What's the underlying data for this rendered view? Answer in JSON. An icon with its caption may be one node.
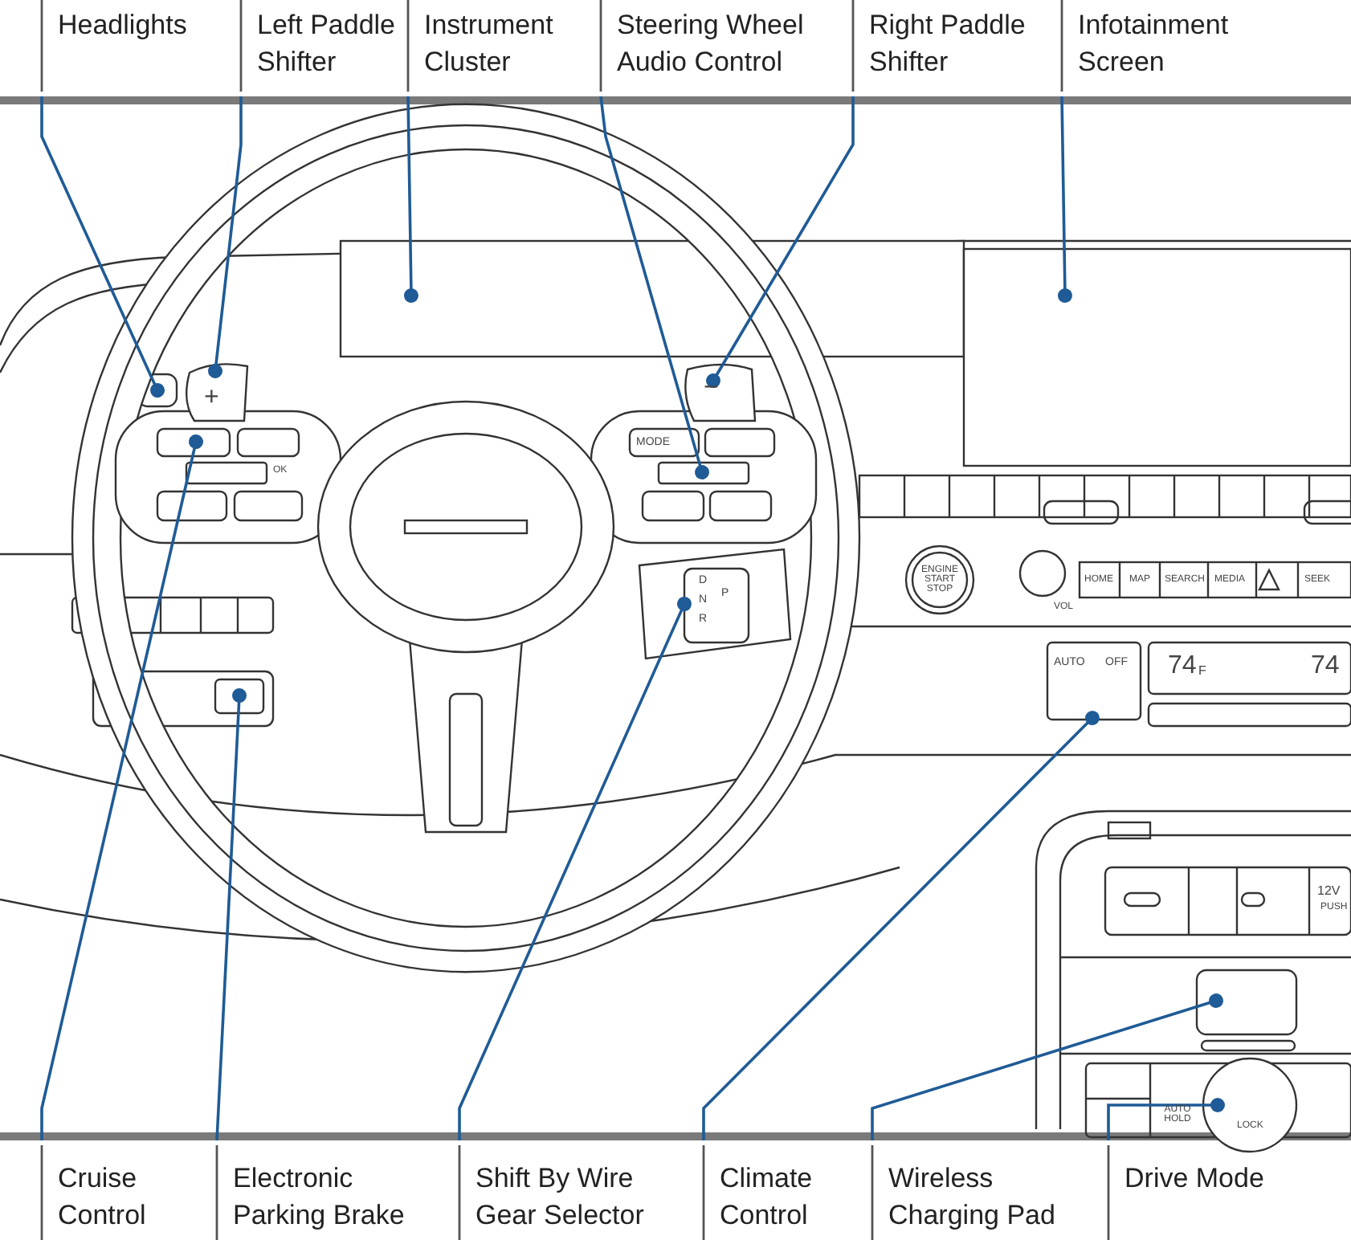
{
  "diagram": {
    "nodes": [
      {
        "text": [
          "Headlights"
        ]
      },
      {
        "text": [
          "Left Paddle Shifter"
        ]
      },
      {
        "text": [
          "Instrument Cluster"
        ]
      },
      {
        "text": [
          "Steering Wheel Audio Control"
        ]
      },
      {
        "text": [
          "Right Paddle Shifter"
        ]
      },
      {
        "text": [
          "Infotainment Screen"
        ]
      },
      {
        "text": [
          "Cruise Control"
        ]
      },
      {
        "text": [
          "Electronic Parking Brake"
        ]
      },
      {
        "text": [
          "Shift By Wire Gear Selector"
        ]
      },
      {
        "text": [
          "Climate Control"
        ]
      },
      {
        "text": [
          "Wireless Charging Pad"
        ]
      },
      {
        "text": [
          "Drive Mode"
        ]
      },
      {
        "text": [],
        "shape": "box"
      },
      {
        "text": [],
        "shape": "box"
      },
      {
        "text": [],
        "shape": "box"
      },
      {
        "text": [],
        "shape": "box"
      },
      {
        "text": [],
        "shape": "box"
      },
      {
        "text": [],
        "shape": "box"
      },
      {
        "text": [],
        "shape": "box"
      },
      {
        "text": [],
        "shape": "box"
      },
      {
        "text": [],
        "shape": "box"
      },
      {
        "text": [],
        "shape": "box"
      },
      {
        "text": [],
        "shape": "box"
      },
      {
        "text": [],
        "shape": "circle"
      }
    ],
    "edges": [
      {
        "from": 0,
        "to": 12,
        "arrow": "other"
      },
      {
        "from": 1,
        "to": 13,
        "arrow": "other"
      },
      {
        "from": 2,
        "to": 14,
        "arrow": "other"
      },
      {
        "from": 3,
        "to": 15,
        "arrow": "other"
      },
      {
        "from": 4,
        "to": 16,
        "arrow": "other"
      },
      {
        "from": 5,
        "to": 17,
        "arrow": "other"
      },
      {
        "from": 6,
        "to": 18,
        "arrow": "other"
      },
      {
        "from": 7,
        "to": 19,
        "arrow": "other"
      },
      {
        "from": 8,
        "to": 20,
        "arrow": "other"
      },
      {
        "from": 9,
        "to": 21,
        "arrow": "other"
      },
      {
        "from": 10,
        "to": 22,
        "arrow": "other"
      },
      {
        "from": 11,
        "to": 23,
        "arrow": "other"
      }
    ],
    "labels": [
      "+",
      "−",
      "MODE",
      "OK",
      "D",
      "N",
      "P",
      "R",
      "ENGINE START STOP",
      "VOL",
      "HOME",
      "MAP",
      "SEARCH",
      "MEDIA",
      "SEEK",
      "AUTO",
      "OFF",
      "74",
      "F",
      "74",
      "12V",
      "PUSH",
      "AUTO HOLD",
      "LOCK"
    ]
  }
}
